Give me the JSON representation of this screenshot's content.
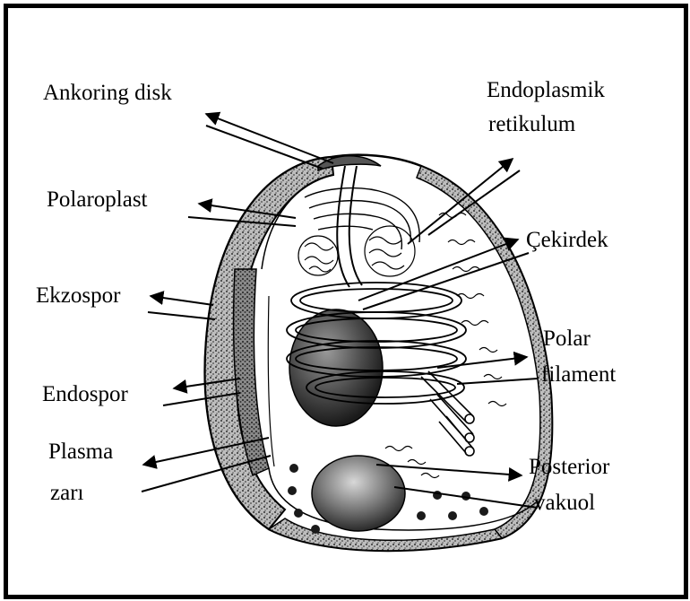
{
  "labels": {
    "ankoring_disk": "Ankoring disk",
    "endoplasmik_line1": "Endoplasmik",
    "endoplasmik_line2": "retikulum",
    "polaroplast": "Polaroplast",
    "cekirdek": "Çekirdek",
    "ekzospor": "Ekzospor",
    "polar_line1": "Polar",
    "polar_line2": "filament",
    "endospor": "Endospor",
    "plasma_line1": "Plasma",
    "plasma_line2": "zarı",
    "posterior_line1": "Posterior",
    "posterior_line2": "vakuol"
  }
}
